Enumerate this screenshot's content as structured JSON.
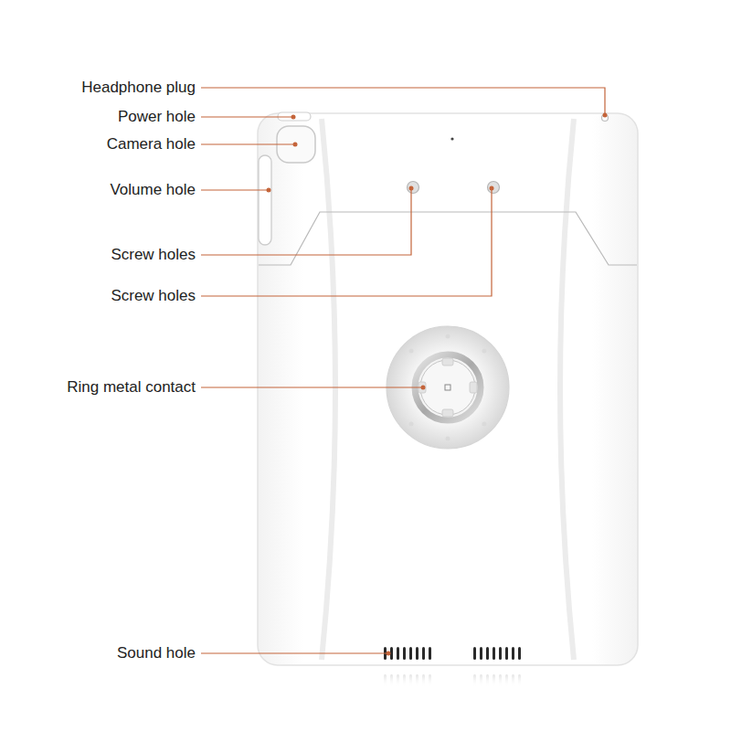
{
  "diagram": {
    "labels": [
      "Headphone plug",
      "Power hole",
      "Camera hole",
      "Volume hole",
      "Screw holes",
      "Screw holes",
      "Ring metal contact",
      "Sound hole"
    ]
  }
}
